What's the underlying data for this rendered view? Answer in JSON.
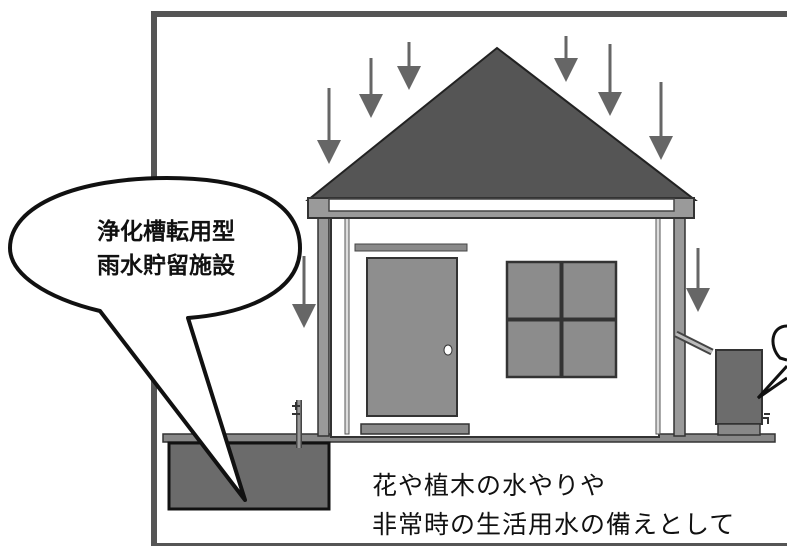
{
  "speech_bubble": {
    "line1": "浄化槽転用型",
    "line2": "雨水貯留施設"
  },
  "caption": {
    "line1": "花や植木の水やりや",
    "line2": "非常時の生活用水の備えとして"
  },
  "colors": {
    "roof": "#555555",
    "wall": "#ffffff",
    "door": "#8e8e8e",
    "window": "#8c8c8c",
    "tank": "#6c6c6c",
    "frame": "#555555",
    "rain_arrow": "#666666"
  }
}
